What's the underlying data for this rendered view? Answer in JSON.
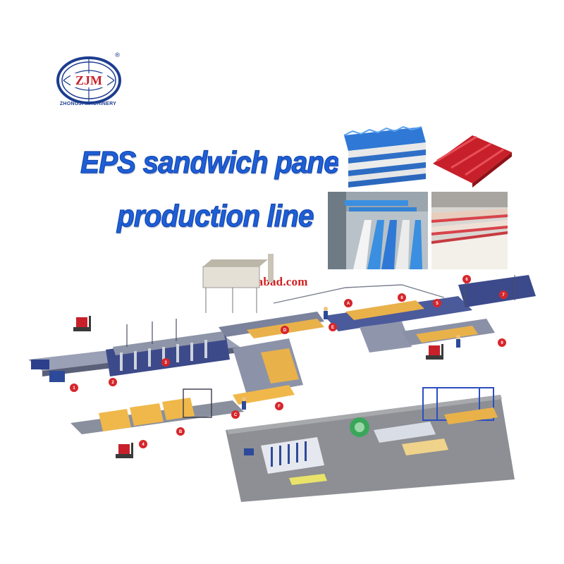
{
  "brand": {
    "logo_text": "ZJM",
    "registered_mark": "®",
    "caption": "ZHONGJI MACHINERY",
    "color": "#1d3d8f"
  },
  "title": {
    "line1": "EPS sandwich panel",
    "line2": "production line",
    "color": "#1e5fd6"
  },
  "watermark": {
    "text": "Stockabad.com",
    "color": "#d21f1f"
  },
  "photos": [
    {
      "name": "blue-corrugated-panels-stack",
      "icon": "panel-stack-icon",
      "accent": "#2f78d6"
    },
    {
      "name": "red-corrugated-panel",
      "icon": "panel-icon",
      "accent": "#c8202a"
    },
    {
      "name": "factory-finished-panels",
      "icon": "factory-icon",
      "accent": "#3a8fe0"
    },
    {
      "name": "panel-cross-section",
      "icon": "panel-section-icon",
      "accent": "#d8434a"
    }
  ],
  "marker_color": "#d6262b",
  "markers": [
    "1",
    "2",
    "3",
    "4",
    "5",
    "6",
    "7",
    "8",
    "9",
    "A",
    "B",
    "C",
    "D",
    "E",
    "F"
  ]
}
